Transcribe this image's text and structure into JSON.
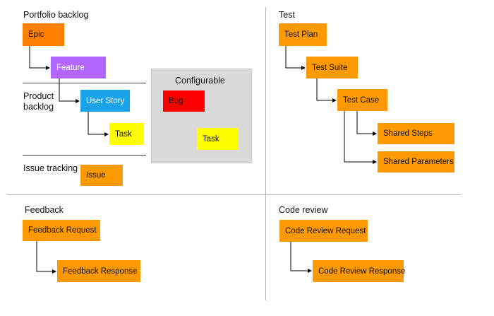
{
  "colors": {
    "epic": "#ff8000",
    "feature": "#b366ff",
    "user_story": "#1aa3e8",
    "task": "#ffff00",
    "bug": "#ff0000",
    "orange": "#ff9900",
    "divider": "#b0b0b0",
    "panel": "#d9d9d9",
    "line": "#000000"
  },
  "sections": {
    "portfolio_backlog": "Portfolio backlog",
    "product_backlog": "Product backlog",
    "issue_tracking": "Issue tracking",
    "test": "Test",
    "feedback": "Feedback",
    "code_review": "Code review",
    "configurable": "Configurable"
  },
  "boxes": {
    "epic": "Epic",
    "feature": "Feature",
    "user_story": "User Story",
    "task": "Task",
    "issue": "Issue",
    "bug": "Bug",
    "configurable_task": "Task",
    "test_plan": "Test Plan",
    "test_suite": "Test Suite",
    "test_case": "Test Case",
    "shared_steps": "Shared Steps",
    "shared_parameters": "Shared Parameters",
    "feedback_request": "Feedback Request",
    "feedback_response": "Feedback Response",
    "code_review_request": "Code Review Request",
    "code_review_response": "Code Review Response"
  }
}
